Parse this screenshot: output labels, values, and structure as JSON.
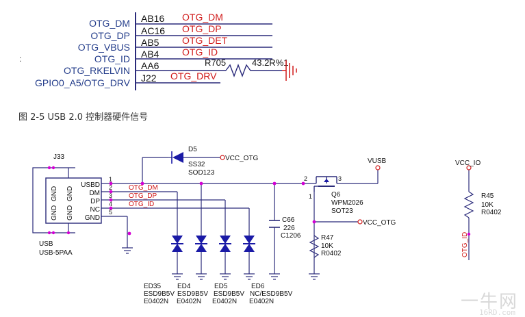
{
  "top_schematic": {
    "signals": [
      "OTG_DM",
      "OTG_DP",
      "OTG_VBUS",
      "OTG_ID",
      "OTG_RKELVIN",
      "GPIO0_A5/OTG_DRV"
    ],
    "pins": [
      "AB16",
      "AC16",
      "AB5",
      "AB4",
      "AA6",
      "J22"
    ],
    "nets": [
      "OTG_DM",
      "OTG_DP",
      "OTG_DET",
      "OTG_ID"
    ],
    "drv_net": "OTG_DRV",
    "resistor_ref": "R705",
    "resistor_value": "43.2R%1",
    "stray_mark": ":"
  },
  "caption": "图 2-5 USB 2.0 控制器硬件信号",
  "bottom_schematic": {
    "connector": {
      "ref": "J33",
      "label": "USB",
      "package": "USB-5PAA",
      "gnd_labels": [
        "GND",
        "GND",
        "GND",
        "GND"
      ],
      "pin_names": [
        "USBD",
        "DM",
        "DP",
        "NC",
        "GND"
      ],
      "pin_numbers": [
        "1",
        "2",
        "3",
        "4",
        "5"
      ]
    },
    "nets": [
      "OTG_DM",
      "OTG_DP",
      "OTG_ID"
    ],
    "diode": {
      "ref": "D5",
      "value": "SS32",
      "package": "SOD123",
      "net": "VCC_OTG"
    },
    "mosfet": {
      "ref": "Q6",
      "value": "WPM2026",
      "package": "SOT23",
      "pin_labels": [
        "2",
        "3",
        "1"
      ]
    },
    "vusb": "VUSB",
    "capacitor": {
      "ref": "C66",
      "value": "226",
      "package": "C1206"
    },
    "r47": {
      "ref": "R47",
      "value": "10K",
      "package": "R0402"
    },
    "vcc_otg2": "VCC_OTG",
    "esd": [
      {
        "ref": "ED35",
        "value": "ESD9B5V",
        "package": "E0402N"
      },
      {
        "ref": "ED4",
        "value": "ESD9B5V",
        "package": "E0402N"
      },
      {
        "ref": "ED5",
        "value": "ESD9B5V",
        "package": "E0402N"
      },
      {
        "ref": "ED6",
        "value": "NC/ESD9B5V",
        "package": "E0402N"
      }
    ],
    "vcc_io": "VCC_IO",
    "r45": {
      "ref": "R45",
      "value": "10K",
      "package": "R0402"
    },
    "otg_id_net": "OTG_ID"
  },
  "watermark": {
    "main": "一牛网",
    "sub": "16RD.com"
  },
  "colors": {
    "wire": "#2a2a7a",
    "net_label": "#d01818",
    "junction": "#d400d4",
    "component": "#1a1aa6",
    "text": "#1f1f1f",
    "blue_label": "#233c8a"
  }
}
